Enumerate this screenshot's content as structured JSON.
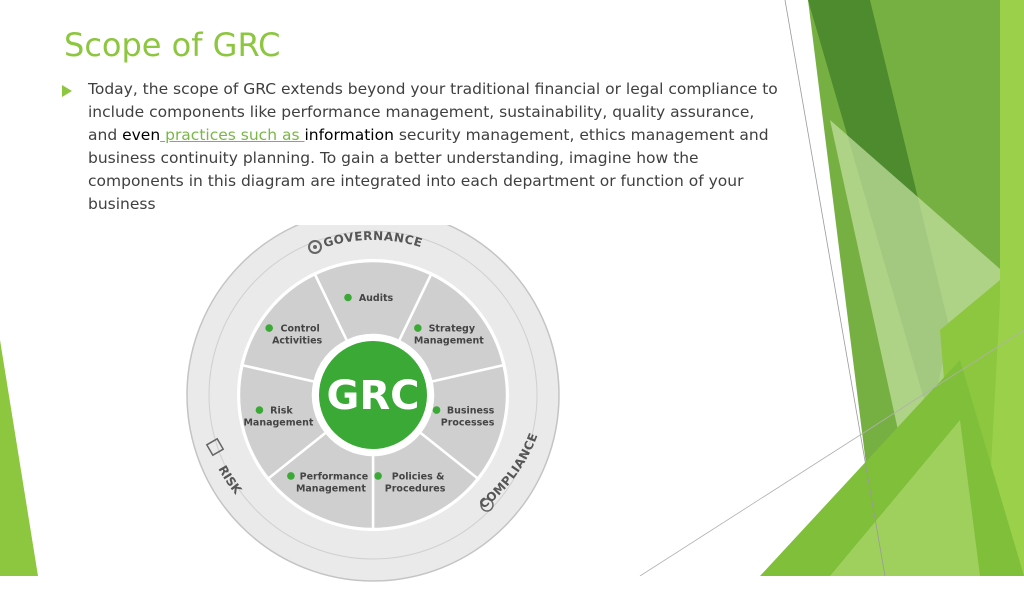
{
  "slide": {
    "title": "Scope of GRC",
    "bullet": {
      "part1": "Today, the scope of GRC extends beyond your traditional financial or legal compliance to include components like performance management, sustainability, quality assurance, and ",
      "even": "even",
      "link_text": " practices such as ",
      "information": "information",
      "part2": " security management, ethics management and business continuity planning. To gain a better understanding, imagine how the components in this diagram are integrated into each department or function of your business"
    }
  },
  "diagram": {
    "center_label": "GRC",
    "outer_labels": {
      "governance": "GOVERNANCE",
      "risk": "RISK",
      "compliance": "COMPLIANCE"
    },
    "segments": [
      {
        "line1": "Audits",
        "line2": ""
      },
      {
        "line1": "Strategy",
        "line2": "Management"
      },
      {
        "line1": "Business",
        "line2": "Processes"
      },
      {
        "line1": "Policies &",
        "line2": "Procedures"
      },
      {
        "line1": "Performance",
        "line2": "Management"
      },
      {
        "line1": "Risk",
        "line2": "Management"
      },
      {
        "line1": "Control",
        "line2": "Activities"
      }
    ]
  },
  "colors": {
    "accent": "#8dc63f",
    "grc_center": "#3aa935",
    "segment_fill": "#cfcfcf",
    "ring_fill": "#e6e6e6"
  }
}
